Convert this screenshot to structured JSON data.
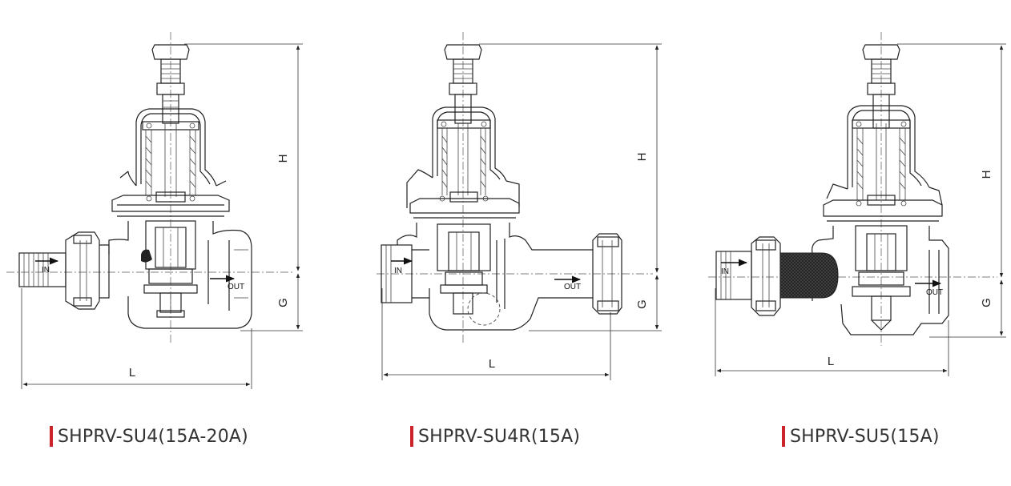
{
  "drawings": [
    {
      "model": "SHPRV-SU4(15A-20A)",
      "inlet_label": "IN",
      "outlet_label": "OUT",
      "dim_height": "H",
      "dim_lower": "G",
      "dim_length": "L"
    },
    {
      "model": "SHPRV-SU4R(15A)",
      "inlet_label": "IN",
      "outlet_label": "OUT",
      "dim_height": "H",
      "dim_lower": "G",
      "dim_length": "L"
    },
    {
      "model": "SHPRV-SU5(15A)",
      "inlet_label": "IN",
      "outlet_label": "OUT",
      "dim_height": "H",
      "dim_lower": "G",
      "dim_length": "L"
    }
  ],
  "colors": {
    "caption_bar": "#cc2229",
    "caption_text": "#333333",
    "line": "#222222"
  }
}
